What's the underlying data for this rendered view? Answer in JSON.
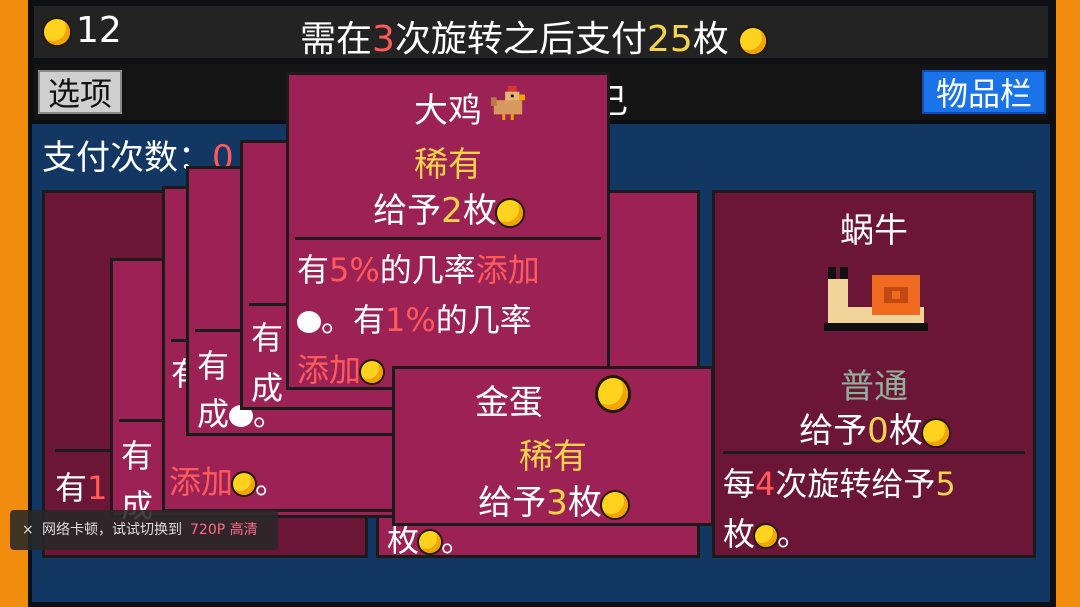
{
  "topbar": {
    "coins": "12",
    "msg_prefix": "需在",
    "msg_spins": "3",
    "msg_mid": "次旋转之后支付",
    "msg_amount": "25",
    "msg_suffix": "枚"
  },
  "nav": {
    "options_label": "选项",
    "inventory_label": "物品栏",
    "hidden_text": "己"
  },
  "board": {
    "pay_count_label": "支付次数：",
    "pay_count_value": "0"
  },
  "cards": {
    "chicken": {
      "title": "大鸡",
      "rarity": "稀有",
      "give_prefix": "给予",
      "give_value": "2",
      "give_suffix": "枚",
      "desc_line1_a": "有",
      "desc_line1_pct": "5%",
      "desc_line1_b": "的几率",
      "desc_line1_add": "添加",
      "desc_line2_b": "。有",
      "desc_line2_pct": "1%",
      "desc_line2_c": "的几率",
      "desc_line3_add": "添加"
    },
    "golden_egg": {
      "title": "金蛋",
      "rarity": "稀有",
      "give_prefix": "给予",
      "give_value": "3",
      "give_suffix": "枚"
    },
    "snail": {
      "title": "蜗牛",
      "rarity": "普通",
      "give_prefix": "给予",
      "give_value": "0",
      "give_suffix": "枚",
      "desc_a": "每",
      "desc_num": "4",
      "desc_b": "次旋转给予",
      "desc_val": "5",
      "desc_c": "枚",
      "desc_end": "。"
    },
    "stack": {
      "you": "有",
      "cheng": "成",
      "add": "添加",
      "one": "1",
      "period": "。",
      "mei": "枚"
    }
  },
  "toast": {
    "close": "×",
    "text": "网络卡顿，试试切换到",
    "option": "720P 高清"
  },
  "colors": {
    "card_rare": "#9c2255",
    "board_bg": "#123763",
    "coin": "#ffd21e",
    "rare_text": "#f3d34a"
  }
}
